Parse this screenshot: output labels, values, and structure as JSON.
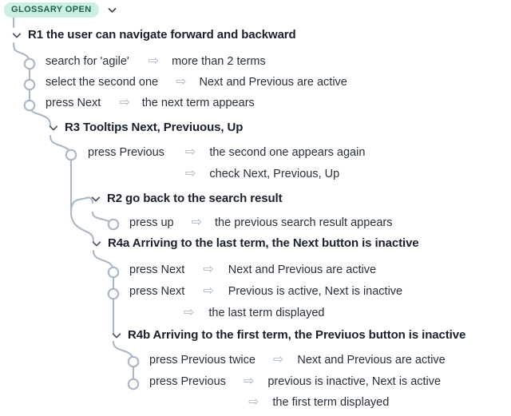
{
  "root": {
    "badge_label": "GLOSSARY OPEN",
    "chevron_icon": "chevron-down-icon",
    "badge_bg": "#cdeee2",
    "badge_fg": "#17624a"
  },
  "theme": {
    "connector_color": "#aab7c6",
    "arrow_color": "#a8b6c8",
    "heading_color": "#19212d",
    "step_color": "#27303b",
    "background": "#ffffff"
  },
  "arrow_glyph": "⇨",
  "nodes": [
    {
      "id": "r1",
      "type": "heading",
      "text": "R1 the user can navigate forward and backward"
    },
    {
      "id": "r1-s1",
      "type": "step",
      "cause": "search for 'agile'",
      "effect": "more than 2 terms"
    },
    {
      "id": "r1-s2",
      "type": "step",
      "cause": "select the second one",
      "effect": "Next and Previous are active"
    },
    {
      "id": "r1-s3",
      "type": "step",
      "cause": "press Next",
      "effect": "the next term appears"
    },
    {
      "id": "r3",
      "type": "heading",
      "text": "R3 Tooltips Next, Previuous, Up"
    },
    {
      "id": "r3-s1",
      "type": "step",
      "cause": "press Previous",
      "effect": "the second one appears again"
    },
    {
      "id": "r3-s2",
      "type": "step",
      "cause": "",
      "effect": "check Next, Previous, Up"
    },
    {
      "id": "r2",
      "type": "heading",
      "text": "R2 go back to the search result"
    },
    {
      "id": "r2-s1",
      "type": "step",
      "cause": "press up",
      "effect": "the previous search result appears"
    },
    {
      "id": "r4a",
      "type": "heading",
      "text": "R4a Arriving to the last term, the Next button is inactive"
    },
    {
      "id": "r4a-s1",
      "type": "step",
      "cause": "press Next",
      "effect": "Next and Previous are active"
    },
    {
      "id": "r4a-s2",
      "type": "step",
      "cause": "press Next",
      "effect": "Previous is active, Next is inactive"
    },
    {
      "id": "r4a-s3",
      "type": "step",
      "cause": "",
      "effect": "the last term displayed"
    },
    {
      "id": "r4b",
      "type": "heading",
      "text": "R4b Arriving to the first term, the Previuos button is inactive"
    },
    {
      "id": "r4b-s1",
      "type": "step",
      "cause": "press Previous twice",
      "effect": "Next and Previous are active"
    },
    {
      "id": "r4b-s2",
      "type": "step",
      "cause": "press Previous",
      "effect": "previous is inactive, Next is active"
    },
    {
      "id": "r4b-s3",
      "type": "step",
      "cause": "",
      "effect": "the first term displayed"
    }
  ]
}
